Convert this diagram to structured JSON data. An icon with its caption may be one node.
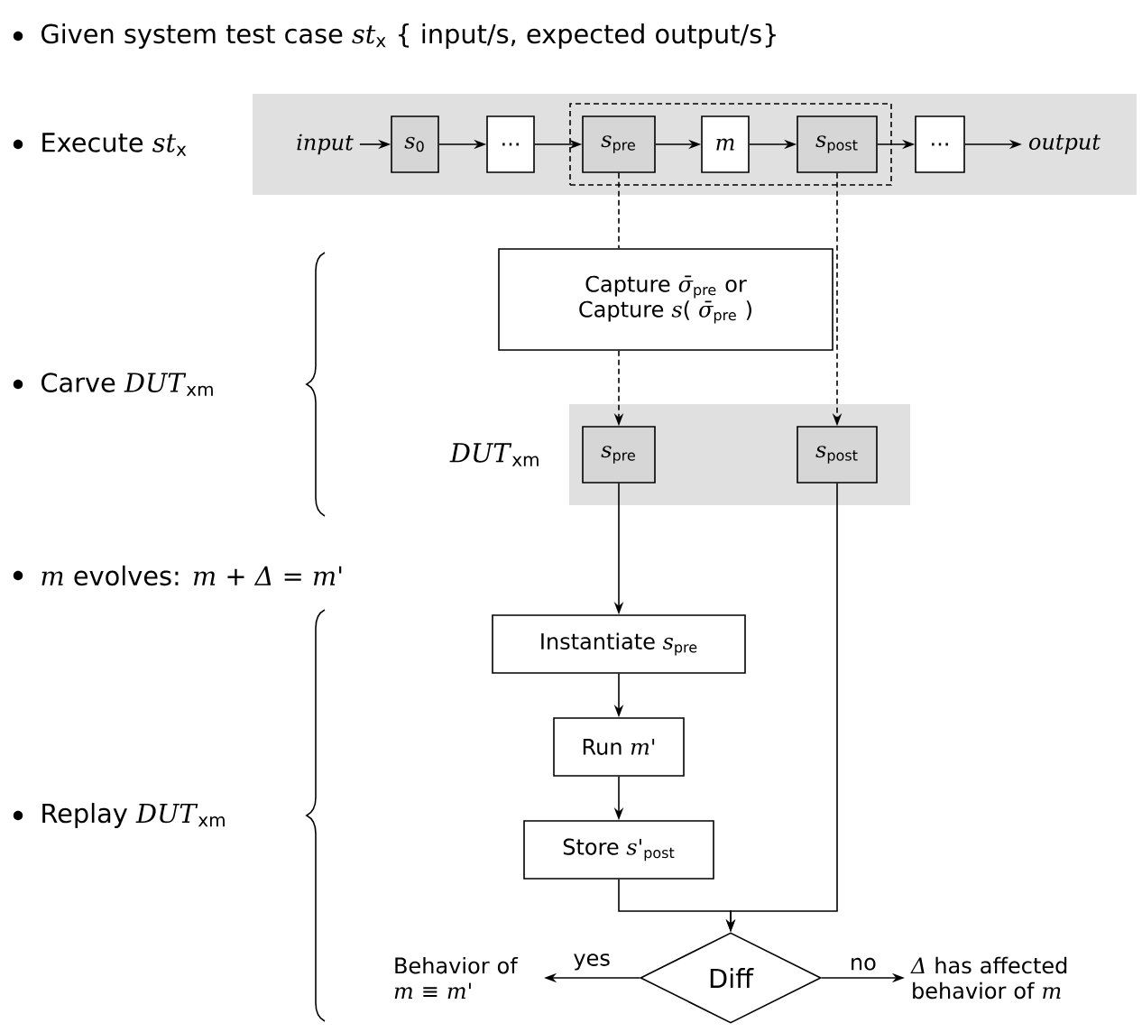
{
  "diagram": {
    "nodes": [
      {
        "text": [],
        "shape": "box"
      },
      {
        "text": [
          "*input*"
        ],
        "in": 0
      },
      {
        "text": [
          "*s*$_{0}$"
        ],
        "in": 0
      },
      {
        "text": [
          "..."
        ],
        "in": 0
      },
      {
        "text": [],
        "shape": "box",
        "in": 0
      },
      {
        "text": [
          "*s*$_{pre}$"
        ],
        "in": 4
      },
      {
        "text": [
          "*m*"
        ],
        "in": 4
      },
      {
        "text": [
          "*s*$_{post}$"
        ],
        "in": 4
      },
      {
        "text": [
          "..."
        ],
        "in": 0
      },
      {
        "text": [
          "*output*"
        ],
        "in": 0
      },
      {
        "text": [
          "Capture *σ̄*$_{pre}$ or Capture *s*( *σ̄*$_{pre}$ )"
        ]
      },
      {
        "text": [],
        "shape": "box",
        "beside": [
          "*DUT*$_{xm}$"
        ]
      },
      {
        "text": [
          "*s*$_{pre}$"
        ],
        "in": 11
      },
      {
        "text": [
          "*s*$_{post}$"
        ],
        "in": 11
      },
      {
        "text": [
          "Instantiate *s*$_{pre}$"
        ]
      },
      {
        "text": [
          "Run *m'*"
        ]
      },
      {
        "text": [
          "Store *s'*$_{post}$"
        ]
      },
      {
        "text": [
          "Diff"
        ]
      },
      {
        "text": [
          "Behavior of *m* ≡ *m'*"
        ]
      },
      {
        "text": [
          "*Δ* has affected behavior of *m*"
        ]
      }
    ],
    "edges": [
      {
        "from": 1,
        "to": 2,
        "arrow": "to"
      },
      {
        "from": 2,
        "to": 3,
        "arrow": "to"
      },
      {
        "from": 3,
        "to": 5,
        "arrow": "to"
      },
      {
        "from": 5,
        "to": 6,
        "arrow": "to"
      },
      {
        "from": 6,
        "to": 7,
        "arrow": "to"
      },
      {
        "from": 7,
        "to": 8,
        "arrow": "to"
      },
      {
        "from": 8,
        "to": 9,
        "arrow": "to"
      },
      {
        "from": 5,
        "to": 10,
        "arrow": "none",
        "style": "dashed"
      },
      {
        "from": 10,
        "to": 12,
        "arrow": "to",
        "style": "dashed"
      },
      {
        "from": 7,
        "to": 13,
        "arrow": "to",
        "style": "dashed"
      },
      {
        "from": 12,
        "to": 14,
        "arrow": "to"
      },
      {
        "from": 14,
        "to": 15,
        "arrow": "to"
      },
      {
        "from": 15,
        "to": 16,
        "arrow": "to"
      },
      {
        "from": 16,
        "to": 17,
        "arrow": "to"
      },
      {
        "from": 13,
        "to": 17,
        "arrow": "to"
      },
      {
        "from": 17,
        "to": 18,
        "label": "yes",
        "arrow": "to"
      },
      {
        "from": 17,
        "to": 19,
        "label": "no",
        "arrow": "to"
      }
    ],
    "labels": [
      "Given system test case *st*$_{x}$ { input/s, expected output/s}",
      "Execute *st*$_{x}$",
      "Carve *DUT*$_{xm}$",
      "*m* evolves: *m* + *Δ* = *m'*",
      "Replay *DUT*$_{xm}$"
    ]
  }
}
